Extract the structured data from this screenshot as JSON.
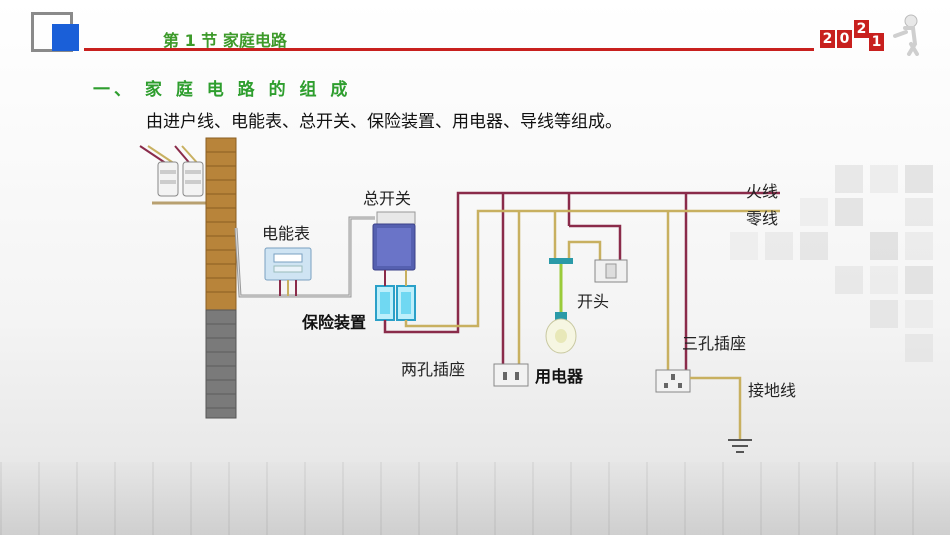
{
  "header": {
    "title": "第 1 节 家庭电路",
    "year": [
      "2",
      "0",
      "2",
      "1"
    ]
  },
  "section": {
    "heading": "一、 家 庭 电 路 的 组 成",
    "description": "由进户线、电能表、总开关、保险装置、用电器、导线等组成。"
  },
  "diagram": {
    "labels": {
      "meter": "电能表",
      "main_switch": "总开关",
      "fuse": "保险装置",
      "fire_wire": "火线",
      "neutral_wire": "零线",
      "switch": "开头",
      "two_hole_socket": "两孔插座",
      "appliance": "用电器",
      "three_hole_socket": "三孔插座",
      "ground_wire": "接地线"
    }
  },
  "colors": {
    "accent_red": "#c8201e",
    "title_green": "#3d9a2a",
    "blue_square": "#1a5fd8",
    "fire_wire": "#8a2b4a",
    "neutral_wire": "#c8b060",
    "brick": "#b8843a"
  }
}
